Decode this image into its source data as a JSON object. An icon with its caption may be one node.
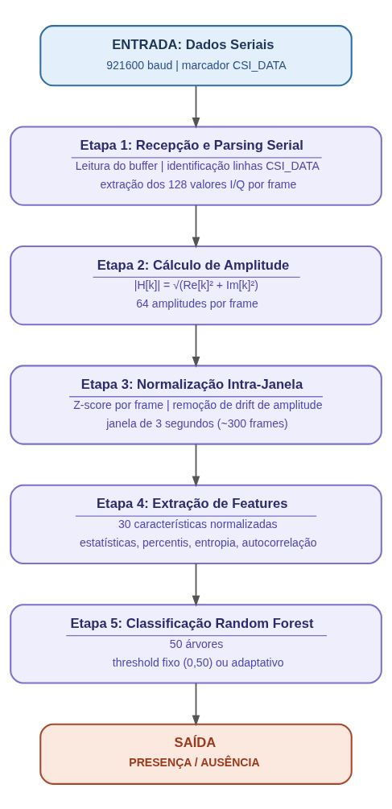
{
  "diagram": {
    "nodes": [
      {
        "text": [
          "ENTRADA: Dados Seriais",
          "921600 baud | marcador CSI_DATA"
        ]
      },
      {
        "text": [
          "Etapa 1: Recepção e Parsing Serial",
          "Leitura do buffer | identificação linhas CSI_DATA",
          "extração dos 128 valores I/Q por frame"
        ]
      },
      {
        "text": [
          "Etapa 2: Cálculo de Amplitude",
          "|H[k]| = √(Re[k]² + Im[k]²)",
          "64 amplitudes por frame"
        ]
      },
      {
        "text": [
          "Etapa 3: Normalização Intra-Janela",
          "Z-score por frame | remoção de drift de amplitude",
          "janela de 3 segundos (~300 frames)"
        ]
      },
      {
        "text": [
          "Etapa 4: Extração de Features",
          "30 características normalizadas",
          "estatísticas, percentis, entropia, autocorrelação"
        ]
      },
      {
        "text": [
          "Etapa 5: Classificação Random Forest",
          "50 árvores",
          "threshold fixo (0,50) ou adaptativo"
        ]
      },
      {
        "text": [
          "SAÍDA",
          "PRESENÇA / AUSÊNCIA"
        ]
      }
    ],
    "edges": [
      {
        "from": 0,
        "to": 1,
        "arrow": "to"
      },
      {
        "from": 1,
        "to": 2,
        "arrow": "to"
      },
      {
        "from": 2,
        "to": 3,
        "arrow": "to"
      },
      {
        "from": 3,
        "to": 4,
        "arrow": "to"
      },
      {
        "from": 4,
        "to": 5,
        "arrow": "to"
      },
      {
        "from": 5,
        "to": 6,
        "arrow": "to"
      }
    ]
  }
}
